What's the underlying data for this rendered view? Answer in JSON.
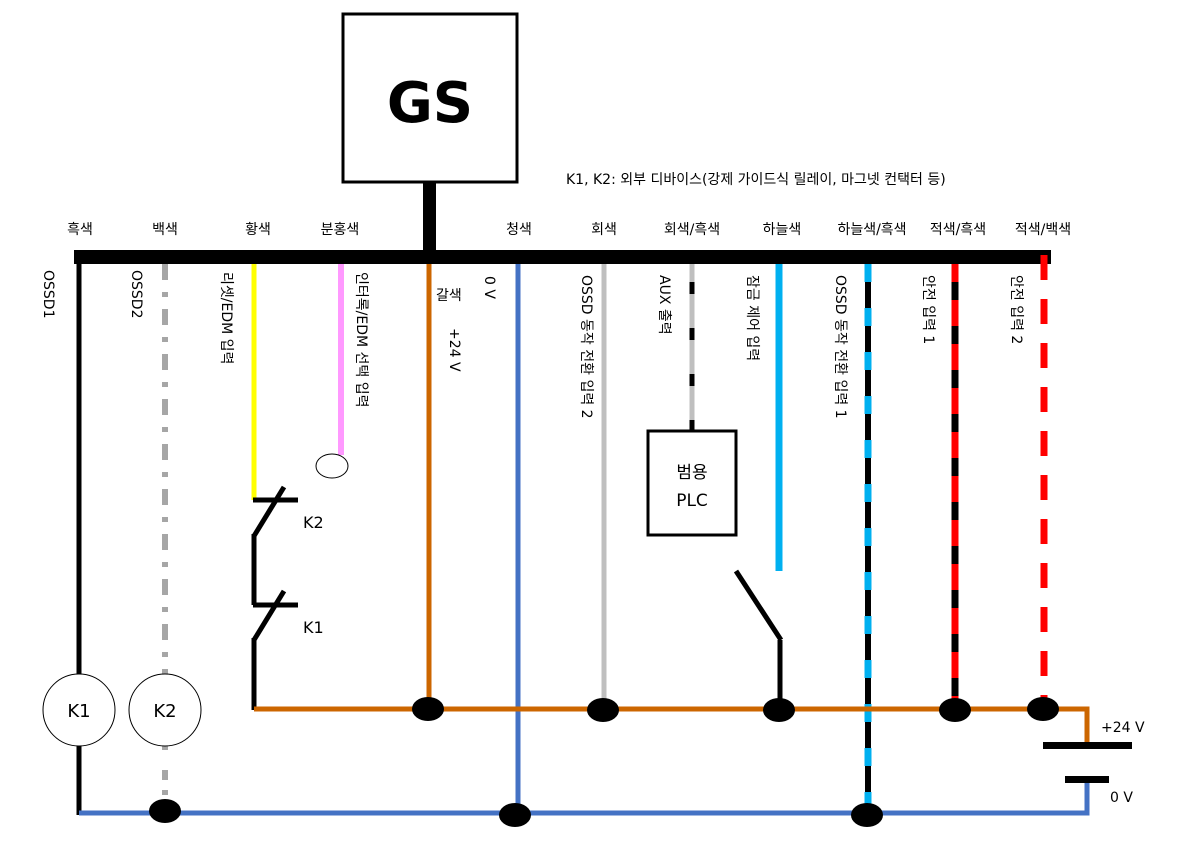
{
  "device": {
    "name": "GS"
  },
  "note": "K1, K2: 외부 디바이스(강제 가이드식 릴레이, 마그넷 컨택터 등)",
  "wires": [
    {
      "color_name": "흑색",
      "function": "OSSD1",
      "color": "#000000",
      "stripe": null
    },
    {
      "color_name": "백색",
      "function": "OSSD2",
      "color": "#a6a6a6",
      "stripe": null
    },
    {
      "color_name": "황색",
      "function": "리셋/EDM 입력",
      "color": "#ffff00",
      "stripe": null
    },
    {
      "color_name": "분홍색",
      "function": "인터록/EDM 선택 입력",
      "color": "#ff99ff",
      "stripe": null
    },
    {
      "color_name": "갈색",
      "function": "+24 V",
      "color": "#cc6600",
      "stripe": null
    },
    {
      "color_name": "청색",
      "function": "0 V",
      "color": "#4472c4",
      "stripe": null
    },
    {
      "color_name": "회색",
      "function": "OSSD 동작 전환 입력 2",
      "color": "#bfbfbf",
      "stripe": null
    },
    {
      "color_name": "회색/흑색",
      "function": "AUX 출력",
      "color": "#bfbfbf",
      "stripe": "#000000"
    },
    {
      "color_name": "하늘색",
      "function": "잠금 제어 입력",
      "color": "#00b0f0",
      "stripe": null
    },
    {
      "color_name": "하늘색/흑색",
      "function": "OSSD 동작 전환 입력 1",
      "color": "#00b0f0",
      "stripe": "#000000"
    },
    {
      "color_name": "적색/흑색",
      "function": "안전 입력 1",
      "color": "#ff0000",
      "stripe": "#000000"
    },
    {
      "color_name": "적색/백색",
      "function": "안전 입력 2",
      "color": "#ff0000",
      "stripe": "#ffffff"
    }
  ],
  "relays": {
    "k1": "K1",
    "k2": "K2"
  },
  "contacts": {
    "k2": "K2",
    "k1": "K1"
  },
  "plc": {
    "line1": "범용",
    "line2": "PLC"
  },
  "supply": {
    "plus": "+24 V",
    "zero": "0 V"
  },
  "colors": {
    "bus": "#000000",
    "brown": "#cc6600",
    "blue": "#4472c4"
  }
}
